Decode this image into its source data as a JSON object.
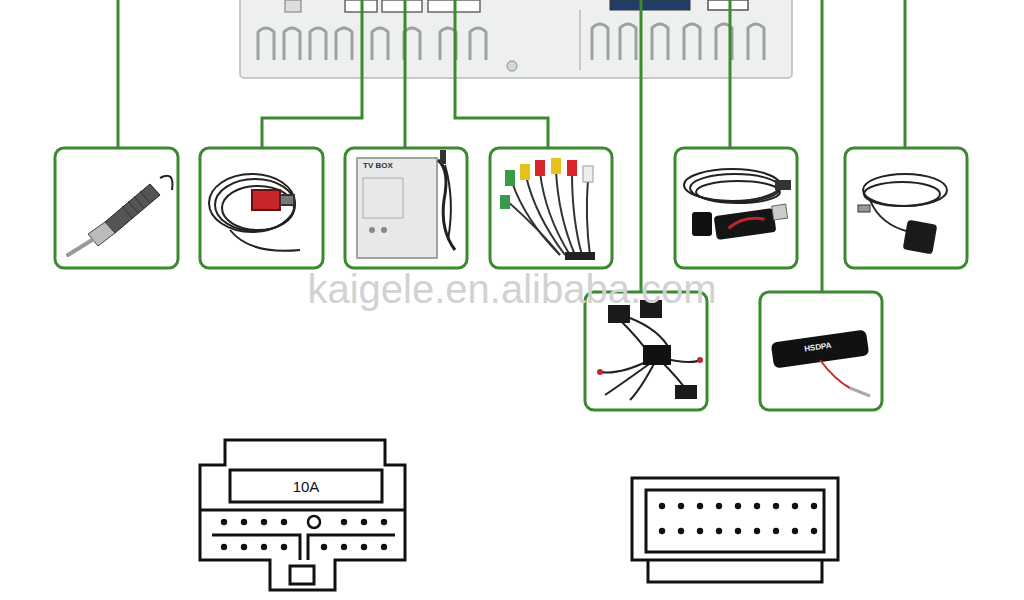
{
  "diagram": {
    "labels": [
      "TV BOX",
      "HSDPA",
      "kaigele.en.alibaba.com",
      "10A"
    ]
  }
}
